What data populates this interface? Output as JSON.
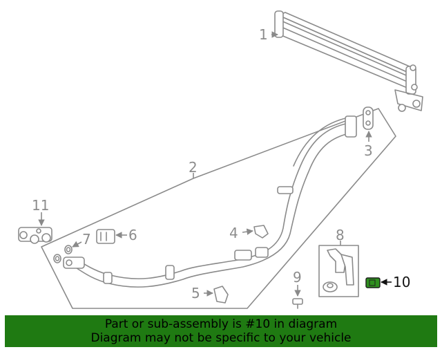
{
  "callouts": {
    "c1": "1",
    "c2": "2",
    "c3": "3",
    "c4": "4",
    "c5": "5",
    "c6": "6",
    "c7": "7",
    "c8": "8",
    "c9": "9",
    "c10": "10",
    "c11": "11"
  },
  "highlighted_part": "10",
  "colors": {
    "banner_bg": "#1f7a12",
    "part_gray": "#8a8a8a",
    "highlight_part": "#2f8f1f"
  },
  "banner": {
    "line1": "Part or sub-assembly is #10 in diagram",
    "line2": "Diagram may not be specific to your vehicle"
  }
}
